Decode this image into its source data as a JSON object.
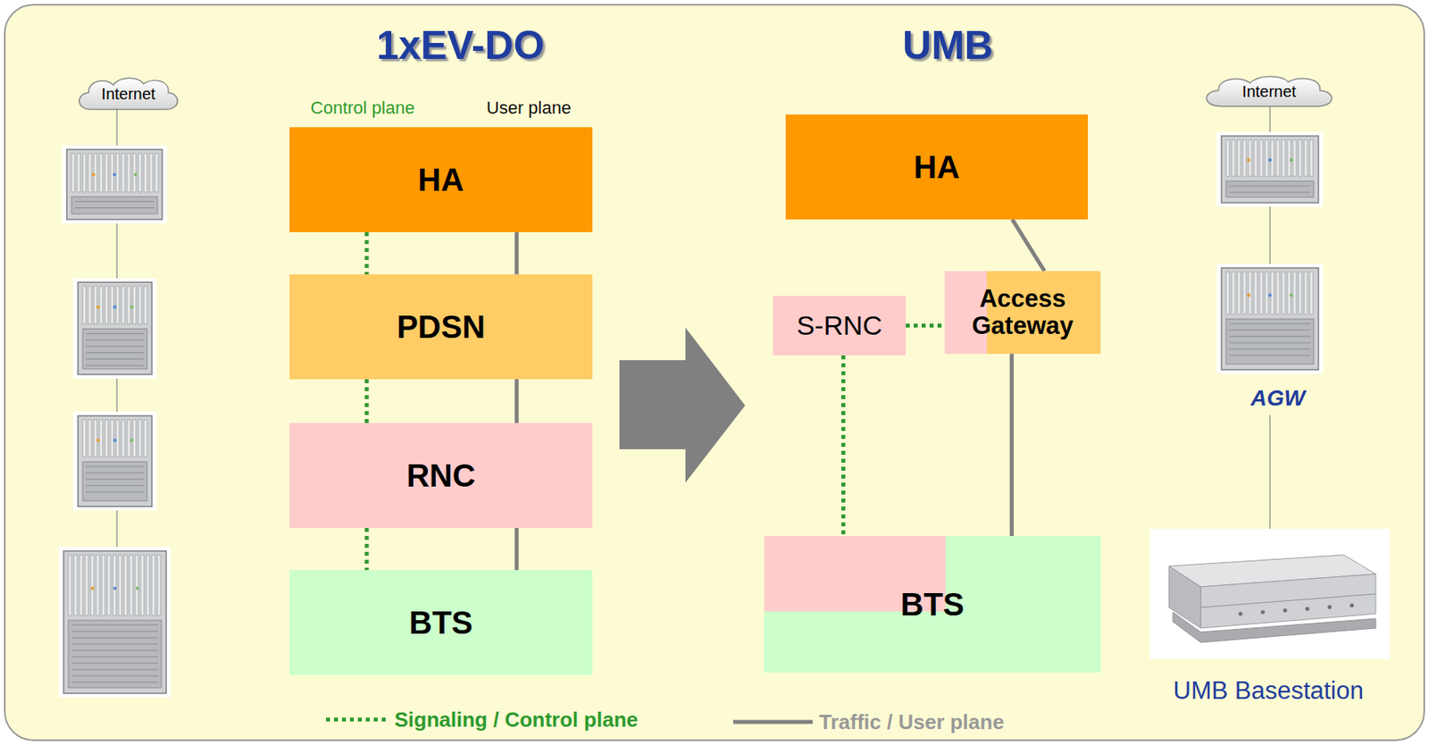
{
  "diagram": {
    "nodes": [
      {
        "text": [
          "Internet"
        ]
      },
      {
        "text": [
          "HA"
        ]
      },
      {
        "text": [
          "PDSN"
        ]
      },
      {
        "text": [
          "RNC"
        ]
      },
      {
        "text": [
          "BTS"
        ]
      },
      {
        "text": [
          "HA"
        ]
      },
      {
        "text": [
          "S-RNC"
        ]
      },
      {
        "text": [
          "Access Gateway"
        ]
      },
      {
        "text": [
          "BTS"
        ]
      },
      {
        "text": [
          "Internet"
        ]
      }
    ],
    "edges": [
      {
        "from": 1,
        "to": 2,
        "arrow": "none"
      },
      {
        "from": 1,
        "to": 2,
        "arrow": "none"
      },
      {
        "from": 2,
        "to": 3,
        "arrow": "none"
      },
      {
        "from": 2,
        "to": 3,
        "arrow": "none"
      },
      {
        "from": 3,
        "to": 4,
        "arrow": "none"
      },
      {
        "from": 3,
        "to": 4,
        "arrow": "none"
      },
      {
        "from": 5,
        "to": 7,
        "arrow": "none"
      },
      {
        "from": 6,
        "to": 7,
        "arrow": "none"
      },
      {
        "from": 6,
        "to": 8,
        "arrow": "none"
      },
      {
        "from": 7,
        "to": 8,
        "arrow": "none"
      }
    ],
    "labels": [
      "1xEV-DO",
      "UMB",
      "Control plane",
      "User plane",
      "AGW",
      "UMB Basestation"
    ],
    "legend": [
      {
        "text": "Signaling / Control plane"
      },
      {
        "text": "Traffic / User plane"
      }
    ]
  }
}
